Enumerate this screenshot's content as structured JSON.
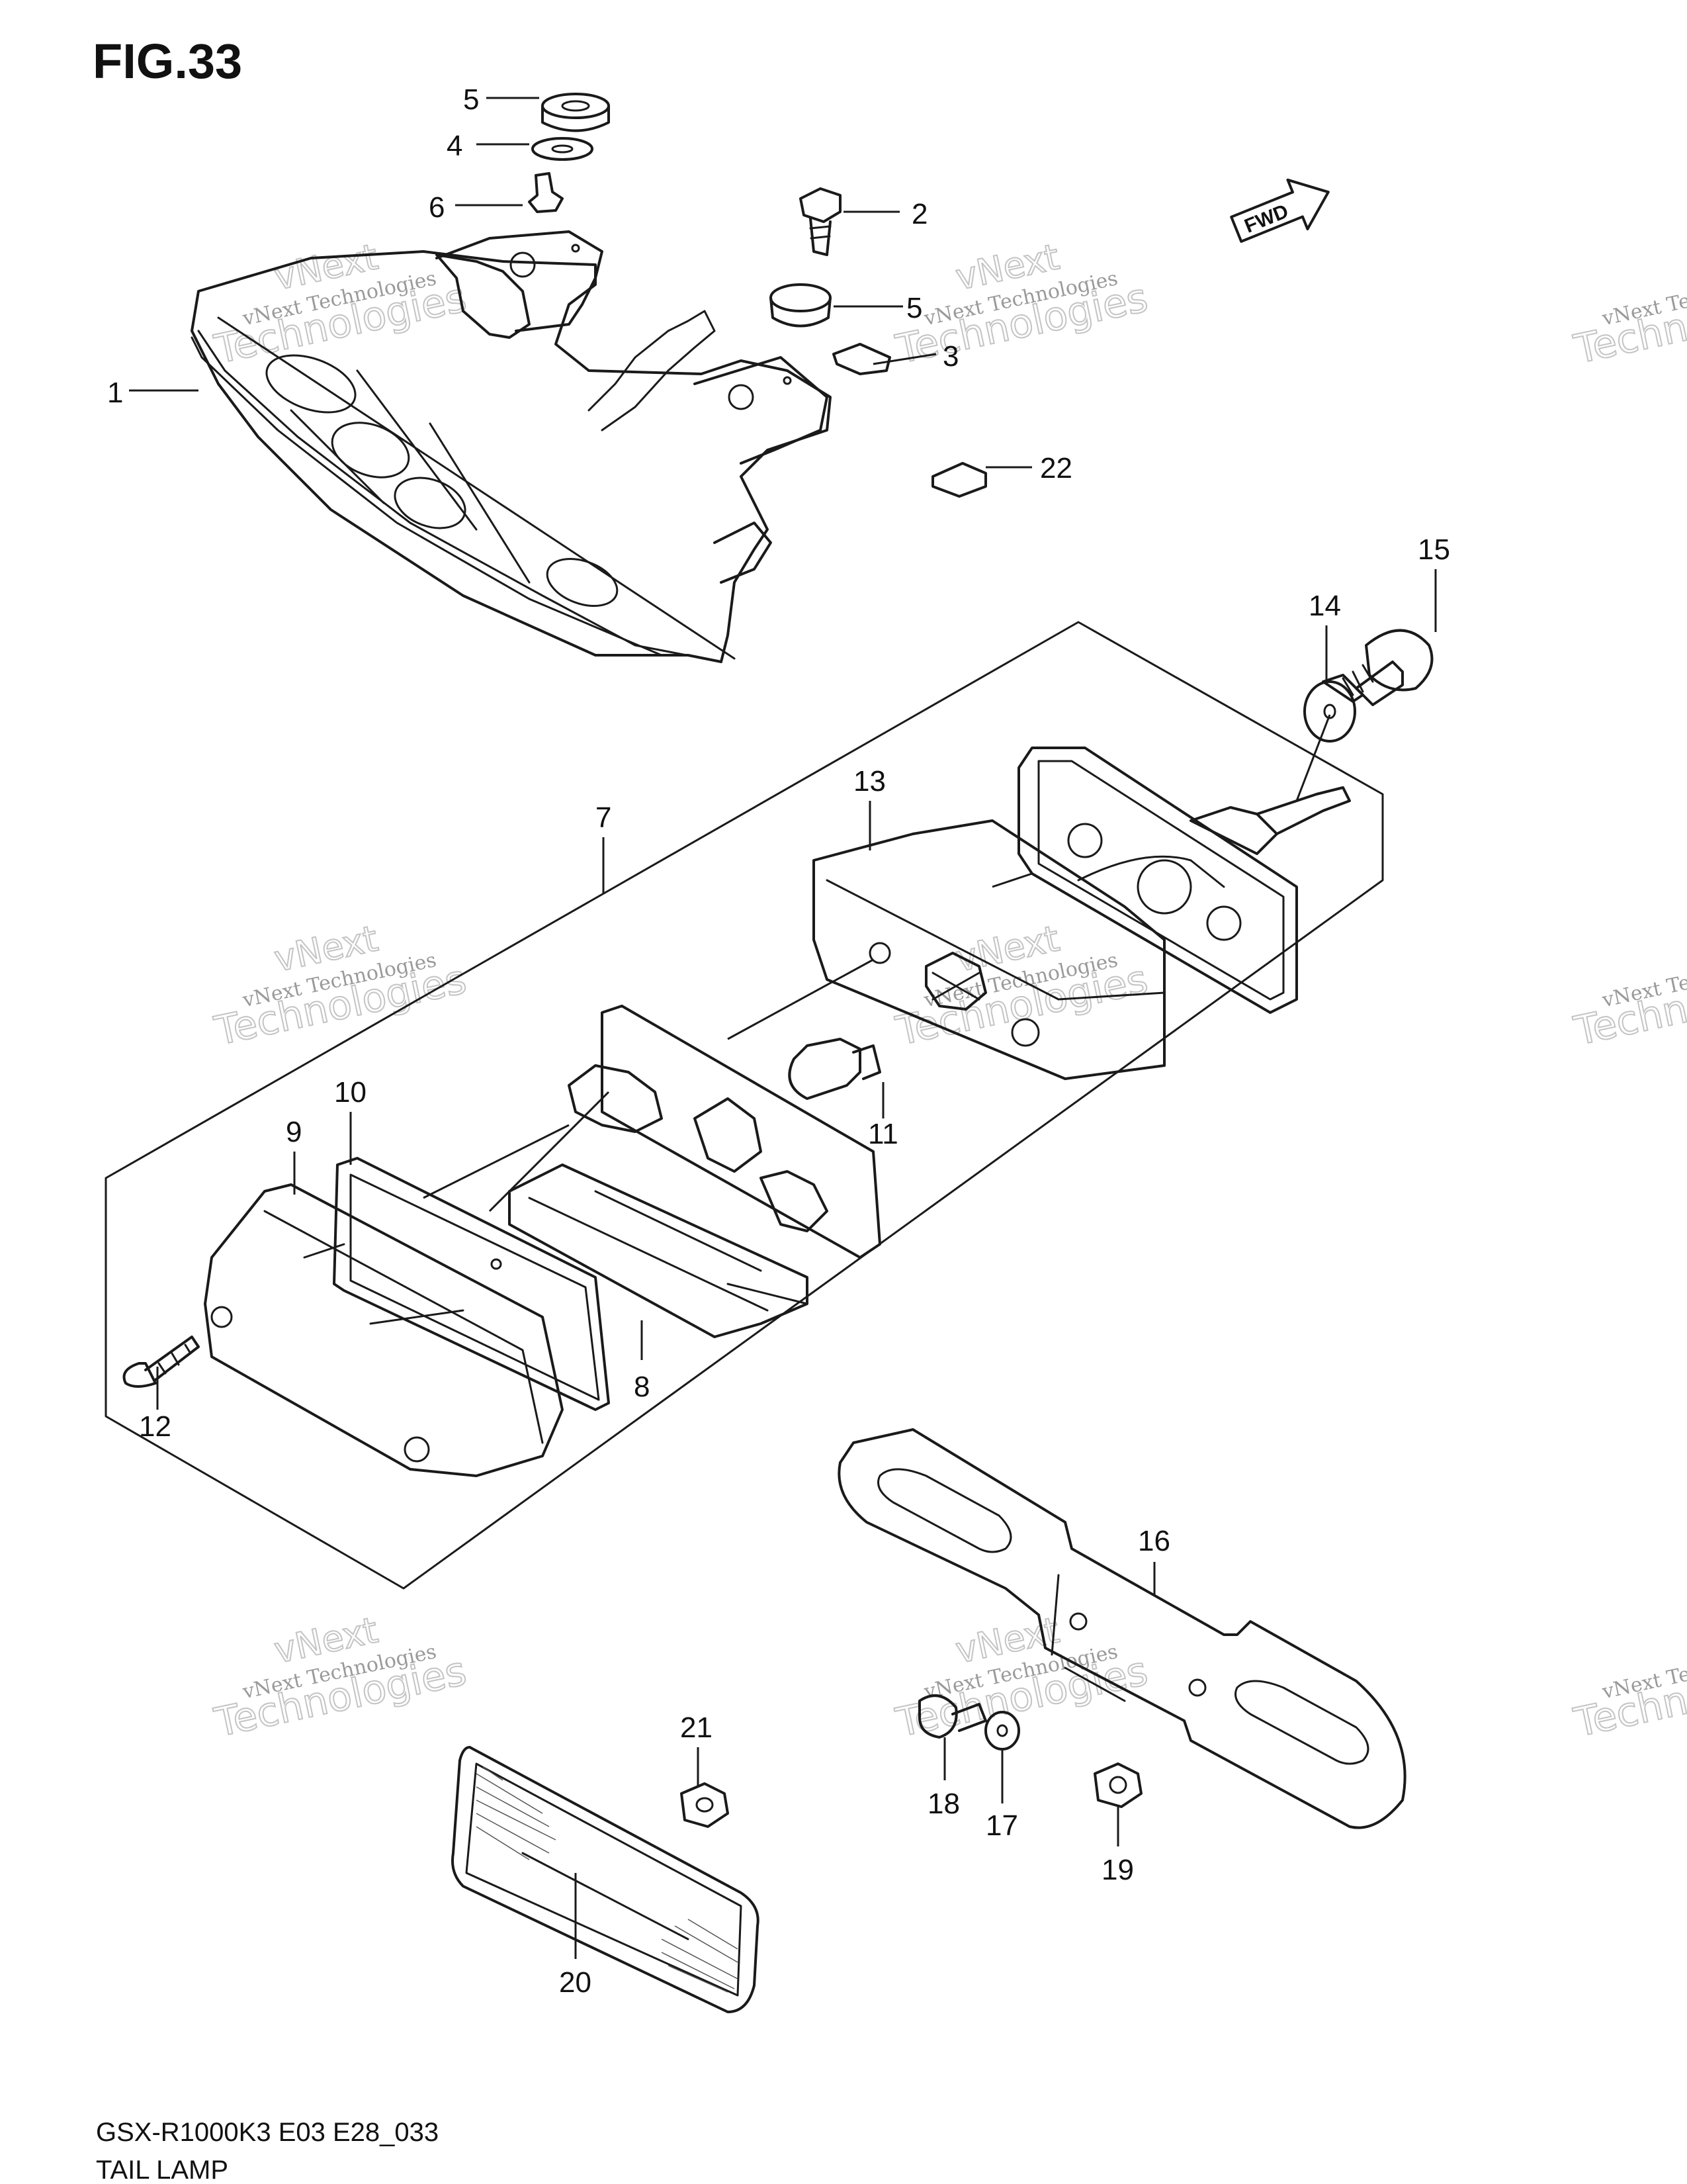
{
  "figure": {
    "title": "FIG.33",
    "model_code": "GSX-R1000K3 E03 E28_033",
    "subtitle": "TAIL LAMP"
  },
  "fwd_badge": "FWD",
  "watermark": {
    "line1": "vNext Technologies",
    "line2": "vNext",
    "line3": "Technologies"
  },
  "callouts": [
    {
      "id": "c5a",
      "label": "5"
    },
    {
      "id": "c4",
      "label": "4"
    },
    {
      "id": "c6",
      "label": "6"
    },
    {
      "id": "c2",
      "label": "2"
    },
    {
      "id": "c5b",
      "label": "5"
    },
    {
      "id": "c3",
      "label": "3"
    },
    {
      "id": "c1",
      "label": "1"
    },
    {
      "id": "c22",
      "label": "22"
    },
    {
      "id": "c15",
      "label": "15"
    },
    {
      "id": "c14",
      "label": "14"
    },
    {
      "id": "c13",
      "label": "13"
    },
    {
      "id": "c7",
      "label": "7"
    },
    {
      "id": "c11",
      "label": "11"
    },
    {
      "id": "c10",
      "label": "10"
    },
    {
      "id": "c9",
      "label": "9"
    },
    {
      "id": "c8",
      "label": "8"
    },
    {
      "id": "c12",
      "label": "12"
    },
    {
      "id": "c16",
      "label": "16"
    },
    {
      "id": "c21",
      "label": "21"
    },
    {
      "id": "c18",
      "label": "18"
    },
    {
      "id": "c17",
      "label": "17"
    },
    {
      "id": "c19",
      "label": "19"
    },
    {
      "id": "c20",
      "label": "20"
    }
  ]
}
